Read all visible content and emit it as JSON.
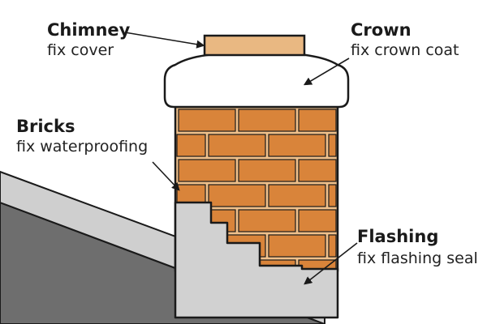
{
  "labels": {
    "chimney": {
      "title": "Chimney",
      "subtitle": "fix cover"
    },
    "crown": {
      "title": "Crown",
      "subtitle": "fix crown coat"
    },
    "bricks": {
      "title": "Bricks",
      "subtitle": "fix waterproofing"
    },
    "flashing": {
      "title": "Flashing",
      "subtitle": "fix flashing seal"
    }
  },
  "colors": {
    "brick": "#d9843a",
    "mortar": "#f0c08a",
    "cover": "#e9b882",
    "crown": "#ffffff",
    "flashing": "#d1d1d1",
    "roof_dark": "#6e6e6e",
    "roof_edge": "#cfcfcf",
    "outline": "#1a1a1a"
  }
}
